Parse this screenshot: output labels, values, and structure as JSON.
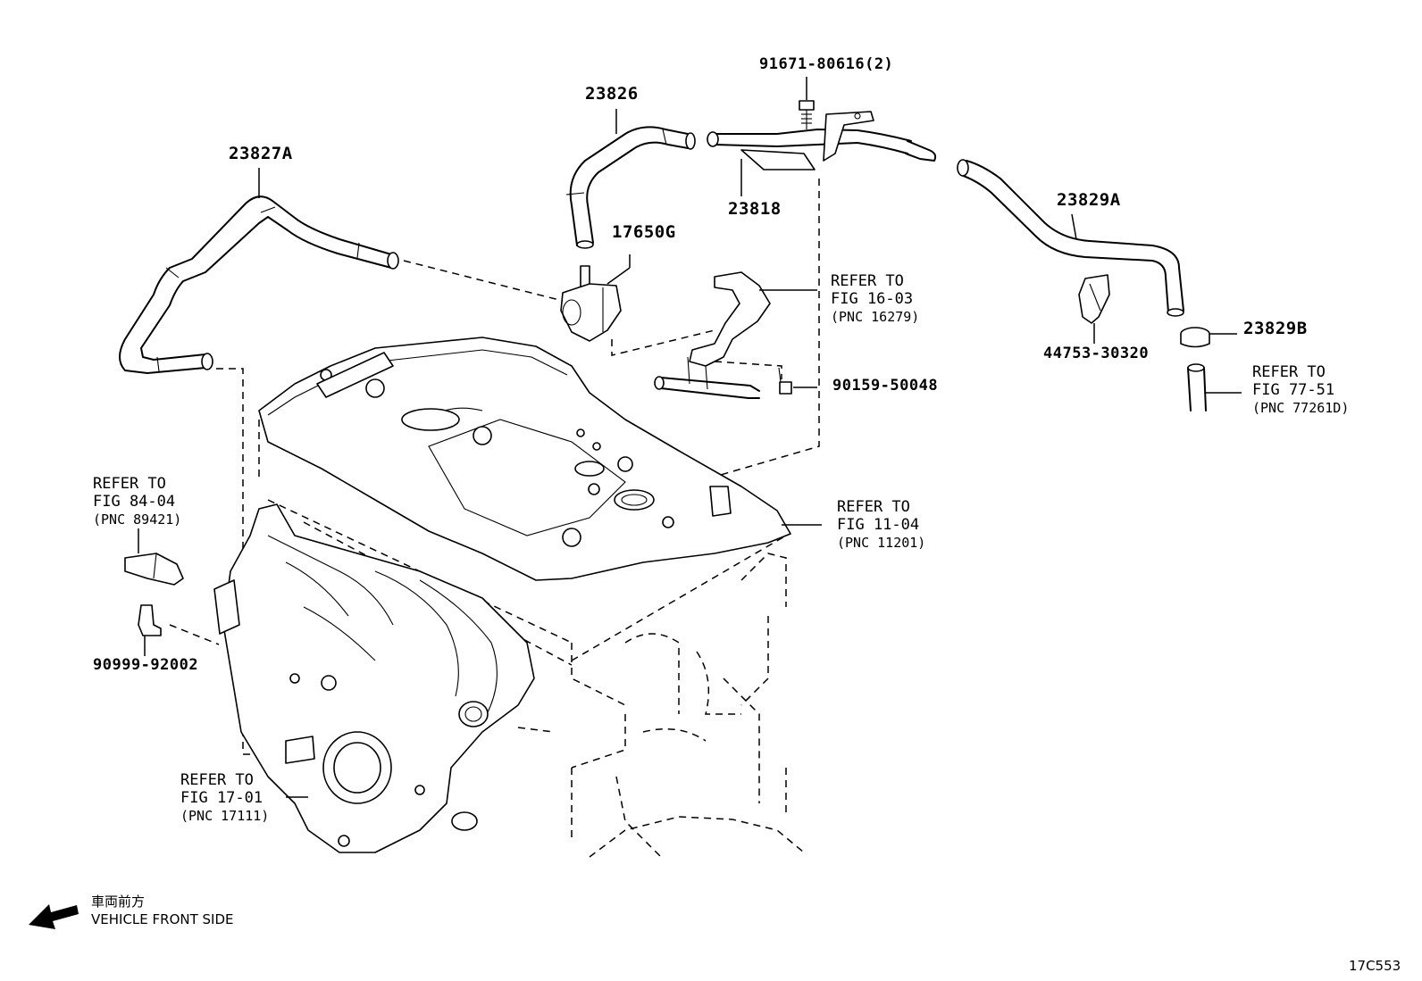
{
  "parts": {
    "p23826": "23826",
    "p23827a": "23827A",
    "p91671": "91671-80616(2)",
    "p23818": "23818",
    "p17650g": "17650G",
    "p23829a": "23829A",
    "p44753": "44753-30320",
    "p23829b": "23829B",
    "p90159": "90159-50048",
    "p90999": "90999-92002"
  },
  "references": {
    "fig16": {
      "line1": "REFER TO",
      "line2": "FIG 16-03",
      "line3": "(PNC 16279)"
    },
    "fig77": {
      "line1": "REFER TO",
      "line2": "FIG 77-51",
      "line3": "(PNC 77261D)"
    },
    "fig11": {
      "line1": "REFER TO",
      "line2": "FIG 11-04",
      "line3": "(PNC 11201)"
    },
    "fig84": {
      "line1": "REFER TO",
      "line2": "FIG 84-04",
      "line3": "(PNC 89421)"
    },
    "fig17": {
      "line1": "REFER TO",
      "line2": "FIG 17-01",
      "line3": "(PNC 17111)"
    }
  },
  "direction": {
    "japanese": "車両前方",
    "english": "VEHICLE FRONT SIDE",
    "icon": "arrow-left-icon"
  },
  "diagram_code": "17C553"
}
